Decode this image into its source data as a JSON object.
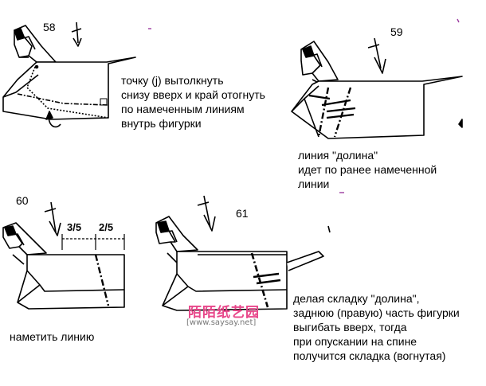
{
  "steps": [
    {
      "number": "58",
      "text": "точку (j) вытолкнуть\nснизу вверх и край отогнуть\nпо намеченным линиям\nвнутрь фигурки"
    },
    {
      "number": "59",
      "text": "линия \"долина\"\nидет по ранее намеченной\nлинии"
    },
    {
      "number": "60",
      "text": "наметить линию",
      "fraction_left": "3/5",
      "fraction_right": "2/5"
    },
    {
      "number": "61",
      "text": "делая складку \"долина\",\nзаднюю (правую) часть фигурки\nвыгибать вверх, тогда\nпри опускании на спине\nполучится складка (вогнутая)"
    }
  ],
  "watermark": {
    "title": "陌陌纸艺园",
    "url": "[www.saysay.net]"
  },
  "colors": {
    "line": "#000000",
    "accent": "#9b3aa0",
    "watermark_pink": "#e8478a",
    "watermark_gray": "#777777"
  }
}
